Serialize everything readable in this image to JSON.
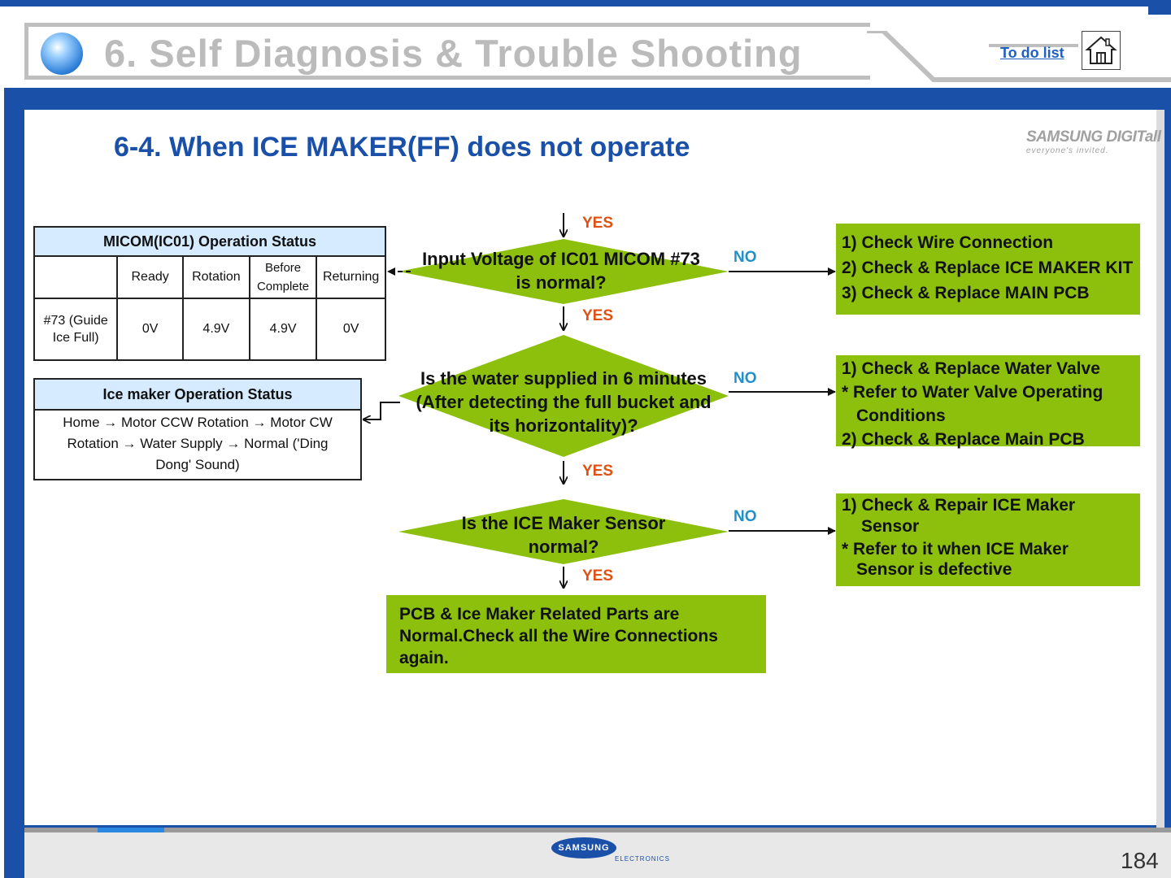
{
  "header": {
    "title": "6. Self Diagnosis & Trouble Shooting",
    "todo_link": "To do list",
    "home_icon": "home-icon"
  },
  "subtitle": "6-4. When ICE MAKER(FF) does not operate",
  "brand": {
    "name": "SAMSUNG DIGITall",
    "slogan": "everyone's invited."
  },
  "micom_table": {
    "title": "MICOM(IC01) Operation Status",
    "columns": [
      "",
      "Ready",
      "Rotation",
      "Before Complete",
      "Returning"
    ],
    "rows": [
      [
        "#73 (Guide Ice Full)",
        "0V",
        "4.9V",
        "4.9V",
        "0V"
      ]
    ]
  },
  "ice_table": {
    "title": "Ice maker Operation Status",
    "body": "Home → Motor CCW Rotation → Motor CW Rotation → Water Supply → Normal ('Ding Dong' Sound)"
  },
  "flow": {
    "yes_label": "YES",
    "no_label": "NO",
    "decision1": "Input Voltage of IC01 MICOM #73 is normal?",
    "decision2": "Is the water supplied in 6 minutes (After detecting the full bucket and its horizontality)?",
    "decision3": "Is the ICE Maker Sensor normal?",
    "result": "PCB & Ice Maker Related Parts are Normal.Check all the Wire Connections again."
  },
  "actions": {
    "box1": [
      "1) Check Wire Connection",
      "2) Check & Replace ICE MAKER KIT",
      "3) Check & Replace MAIN PCB"
    ],
    "box2": [
      "1) Check & Replace Water Valve",
      "* Refer to Water Valve Operating",
      "Conditions",
      "2) Check & Replace Main PCB"
    ],
    "box3": [
      "1) Check & Repair ICE Maker",
      "Sensor",
      "* Refer to it when ICE Maker",
      "Sensor is defective"
    ]
  },
  "footer": {
    "logo": "SAMSUNG",
    "sub": "ELECTRONICS",
    "page_number": "184"
  },
  "colors": {
    "accent_blue": "#1a50a8",
    "flow_green": "#8cc00c",
    "yes_orange": "#e05010",
    "no_blue": "#2090c8",
    "table_header": "#d6ebff"
  }
}
